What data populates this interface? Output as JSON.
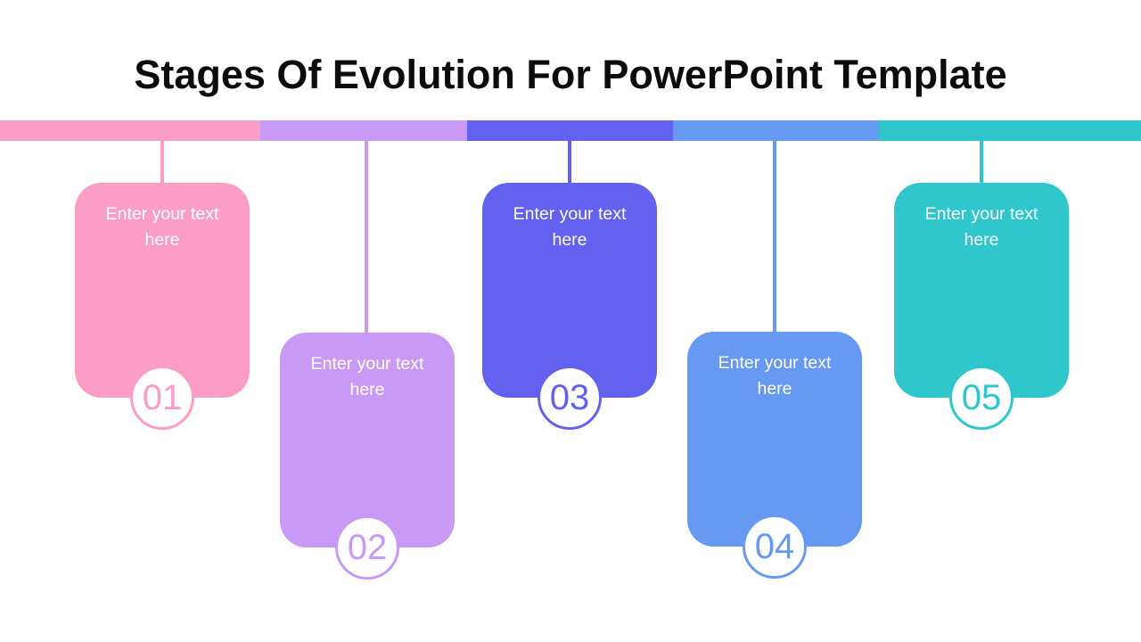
{
  "title": "Stages Of Evolution For PowerPoint Template",
  "stages": [
    {
      "number": "01",
      "label": "Enter your text here",
      "color": "#FC9DC6"
    },
    {
      "number": "02",
      "label": "Enter your text here",
      "color": "#C99AF5"
    },
    {
      "number": "03",
      "label": "Enter your text here",
      "color": "#6362F0"
    },
    {
      "number": "04",
      "label": "Enter your text here",
      "color": "#6699F2"
    },
    {
      "number": "05",
      "label": "Enter your text here",
      "color": "#30C7CC"
    }
  ],
  "text_color_on_card": "#FFFFFF",
  "title_color": "#0C0C0C",
  "background_color": "#FFFFFF"
}
